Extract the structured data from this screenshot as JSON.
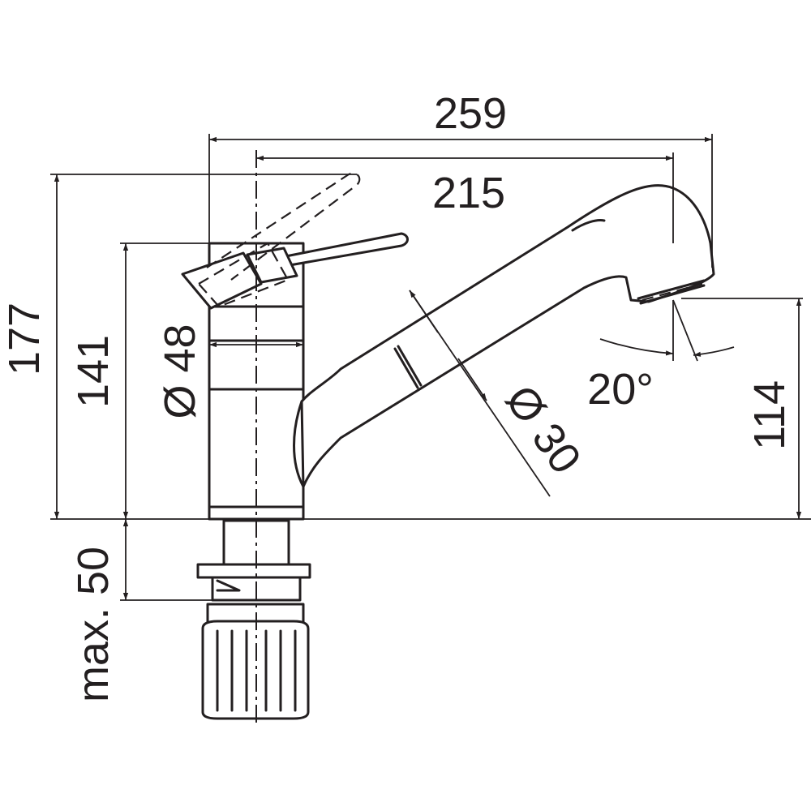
{
  "dimensions": {
    "overall_length": "259",
    "spout_reach": "215",
    "overall_height": "177",
    "body_height": "141",
    "body_diameter": "Ø 48",
    "spout_diameter": "Ø 30",
    "swivel_angle": "20°",
    "outlet_height": "114",
    "max_deck_thickness": "max. 50"
  },
  "colors": {
    "line": "#231f20",
    "background": "#ffffff"
  }
}
